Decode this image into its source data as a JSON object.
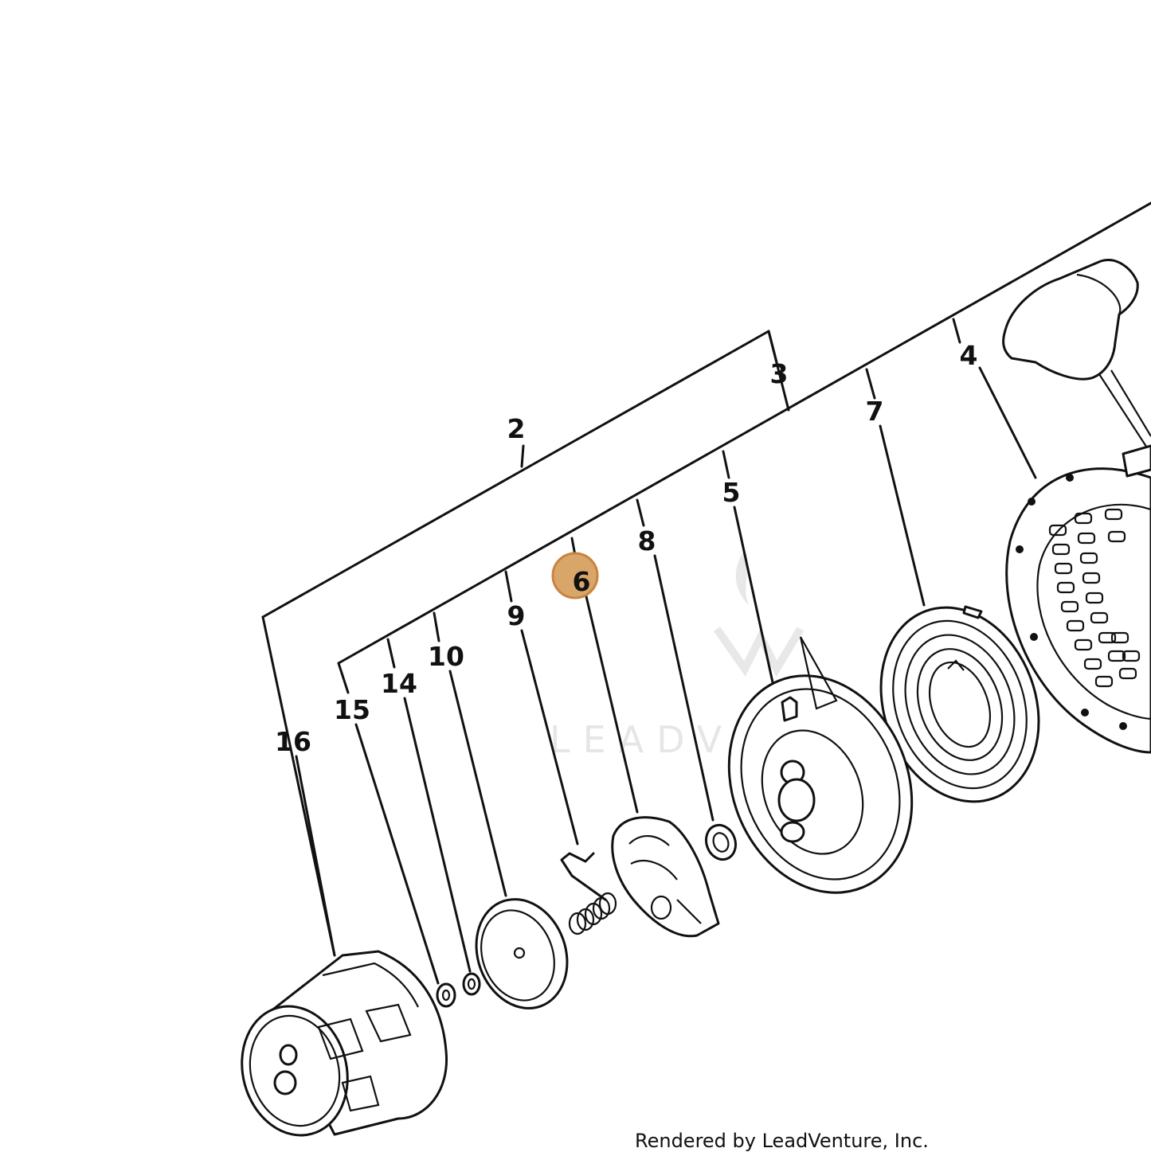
{
  "diagram": {
    "callouts": [
      {
        "id": "c2",
        "label": "2"
      },
      {
        "id": "c3",
        "label": "3"
      },
      {
        "id": "c4",
        "label": "4"
      },
      {
        "id": "c5",
        "label": "5"
      },
      {
        "id": "c6",
        "label": "6",
        "highlighted": true
      },
      {
        "id": "c7",
        "label": "7"
      },
      {
        "id": "c8",
        "label": "8"
      },
      {
        "id": "c9",
        "label": "9"
      },
      {
        "id": "c10",
        "label": "10"
      },
      {
        "id": "c14",
        "label": "14"
      },
      {
        "id": "c15",
        "label": "15"
      },
      {
        "id": "c16",
        "label": "16"
      }
    ],
    "highlight_color": "#d9a66a",
    "watermark": "LEADVENTURE"
  },
  "footer": {
    "credit": "Rendered by LeadVenture, Inc."
  }
}
